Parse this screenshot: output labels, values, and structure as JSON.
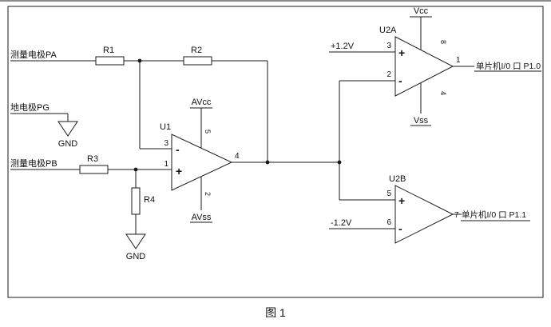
{
  "caption": "图 1",
  "nets": {
    "pa_label": "测量电极PA",
    "pg_label": "地电极PG",
    "pb_label": "测量电极PB",
    "ref_pos": "+1.2V",
    "ref_neg": "-1.2V",
    "out_a": "单片机I/0 口 P1.0",
    "out_b": "单片机I/0 口 P1.1",
    "gnd_a": "GND",
    "gnd_b": "GND"
  },
  "resistors": {
    "r1": "R1",
    "r2": "R2",
    "r3": "R3",
    "r4": "R4"
  },
  "u1": {
    "name": "U1",
    "vcc": "AVcc",
    "vss": "AVss",
    "pin_top_in": "3",
    "pin_bottom_in": "1",
    "pin_out": "4",
    "pin_vcc": "5",
    "pin_vss": "2",
    "sign_top": "-",
    "sign_bottom": "+"
  },
  "u2a": {
    "name": "U2A",
    "vcc": "Vcc",
    "vss": "Vss",
    "pin_top_in": "3",
    "pin_bottom_in": "2",
    "pin_out": "1",
    "pin_vcc": "8",
    "pin_vss": "4",
    "sign_top": "+",
    "sign_bottom": "-"
  },
  "u2b": {
    "name": "U2B",
    "pin_top_in": "5",
    "pin_bottom_in": "6",
    "pin_out": "7",
    "sign_top": "+",
    "sign_bottom": "-"
  }
}
